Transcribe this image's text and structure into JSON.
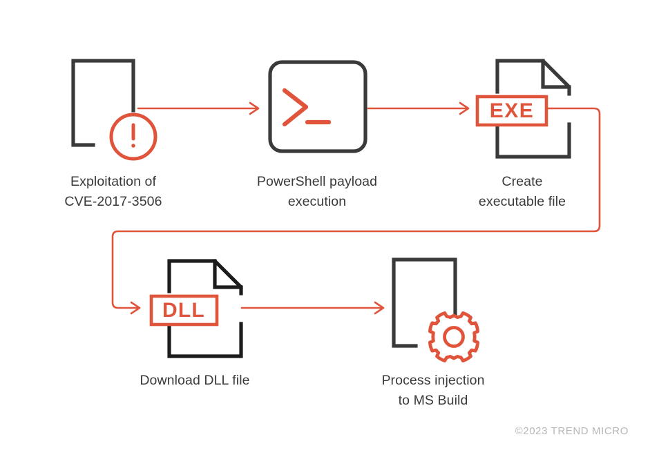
{
  "diagram": {
    "title": "Infection chain flow diagram",
    "background_color": "#ffffff",
    "colors": {
      "accent": "#e0543c",
      "dark": "#3a3a3a",
      "text": "#3a3a3a",
      "footer_text": "#b7b7b7"
    },
    "nodes": [
      {
        "id": "exploitation",
        "icon": "document-alert-icon",
        "icon_badge": "exclamation-icon",
        "label": "Exploitation of\nCVE-2017-3506"
      },
      {
        "id": "powershell",
        "icon": "terminal-prompt-icon",
        "icon_badge": "chevron-prompt-icon",
        "label": "PowerShell payload\nexecution"
      },
      {
        "id": "create-exe",
        "icon": "file-exe-icon",
        "icon_badge": "EXE",
        "label": "Create\nexecutable file"
      },
      {
        "id": "download-dll",
        "icon": "file-dll-icon",
        "icon_badge": "DLL",
        "label": "Download DLL file"
      },
      {
        "id": "process-injection",
        "icon": "document-gear-icon",
        "icon_badge": "gear-icon",
        "label": "Process injection\nto MS Build"
      }
    ],
    "connectors": [
      {
        "from": "exploitation",
        "to": "powershell",
        "style": "straight-arrow-right"
      },
      {
        "from": "powershell",
        "to": "create-exe",
        "style": "straight-arrow-right"
      },
      {
        "from": "create-exe",
        "to": "download-dll",
        "style": "elbow-wrap-down-left"
      },
      {
        "from": "download-dll",
        "to": "process-injection",
        "style": "straight-arrow-right"
      }
    ]
  },
  "footer": {
    "copyright": "©2023 TREND MICRO"
  }
}
